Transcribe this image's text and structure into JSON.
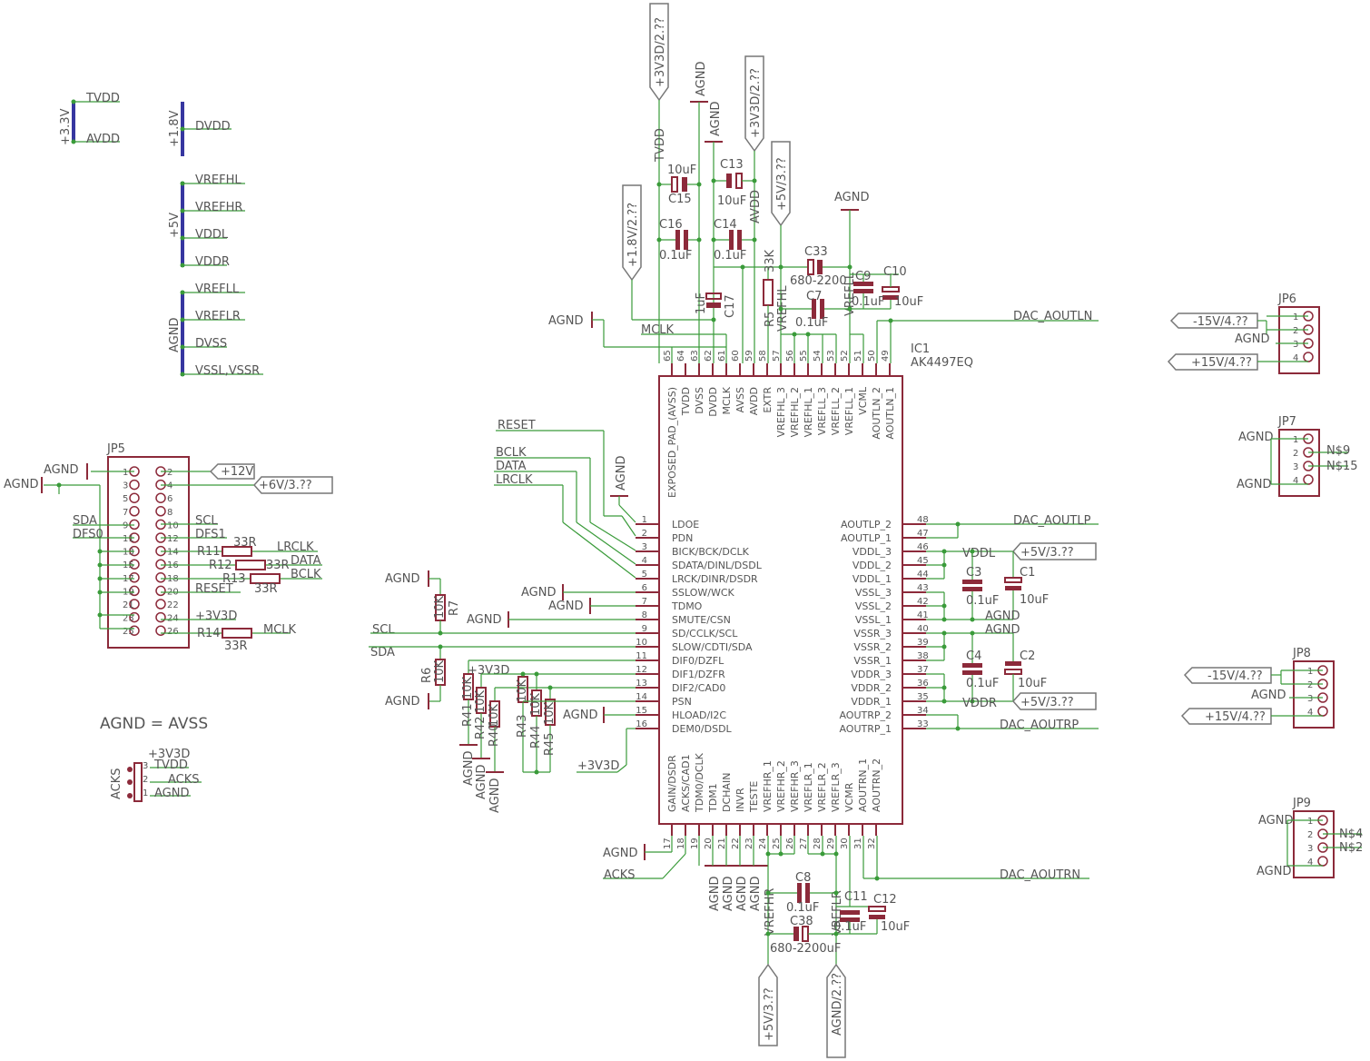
{
  "ic": {
    "ref": "IC1",
    "part": "AK4497EQ",
    "pins_left": [
      {
        "num": "1",
        "name": "LDOE"
      },
      {
        "num": "2",
        "name": "PDN"
      },
      {
        "num": "3",
        "name": "BICK/BCK/DCLK"
      },
      {
        "num": "4",
        "name": "SDATA/DINL/DSDL"
      },
      {
        "num": "5",
        "name": "LRCK/DINR/DSDR"
      },
      {
        "num": "6",
        "name": "SSLOW/WCK"
      },
      {
        "num": "7",
        "name": "TDMO"
      },
      {
        "num": "8",
        "name": "SMUTE/CSN"
      },
      {
        "num": "9",
        "name": "SD/CCLK/SCL"
      },
      {
        "num": "10",
        "name": "SLOW/CDTI/SDA"
      },
      {
        "num": "11",
        "name": "DIF0/DZFL"
      },
      {
        "num": "12",
        "name": "DIF1/DZFR"
      },
      {
        "num": "13",
        "name": "DIF2/CAD0"
      },
      {
        "num": "14",
        "name": "PSN"
      },
      {
        "num": "15",
        "name": "HLOAD/I2C"
      },
      {
        "num": "16",
        "name": "DEM0/DSDL"
      }
    ],
    "pins_right": [
      {
        "num": "48",
        "name": "AOUTLP_2"
      },
      {
        "num": "47",
        "name": "AOUTLP_1"
      },
      {
        "num": "46",
        "name": "VDDL_3"
      },
      {
        "num": "45",
        "name": "VDDL_2"
      },
      {
        "num": "44",
        "name": "VDDL_1"
      },
      {
        "num": "43",
        "name": "VSSL_3"
      },
      {
        "num": "42",
        "name": "VSSL_2"
      },
      {
        "num": "41",
        "name": "VSSL_1"
      },
      {
        "num": "40",
        "name": "VSSR_3"
      },
      {
        "num": "39",
        "name": "VSSR_2"
      },
      {
        "num": "38",
        "name": "VSSR_1"
      },
      {
        "num": "37",
        "name": "VDDR_3"
      },
      {
        "num": "36",
        "name": "VDDR_2"
      },
      {
        "num": "35",
        "name": "VDDR_1"
      },
      {
        "num": "34",
        "name": "AOUTRP_2"
      },
      {
        "num": "33",
        "name": "AOUTRP_1"
      }
    ],
    "pins_top": [
      {
        "num": "65",
        "name": "EXPOSED_PAD_(AVSS)"
      },
      {
        "num": "64",
        "name": "TVDD"
      },
      {
        "num": "63",
        "name": "DVSS"
      },
      {
        "num": "62",
        "name": "DVDD"
      },
      {
        "num": "61",
        "name": "MCLK"
      },
      {
        "num": "60",
        "name": "AVSS"
      },
      {
        "num": "59",
        "name": "AVDD"
      },
      {
        "num": "58",
        "name": "EXTR"
      },
      {
        "num": "57",
        "name": "VREFHL_3"
      },
      {
        "num": "56",
        "name": "VREFHL_2"
      },
      {
        "num": "55",
        "name": "VREFHL_1"
      },
      {
        "num": "54",
        "name": "VREFLL_3"
      },
      {
        "num": "53",
        "name": "VREFLL_2"
      },
      {
        "num": "52",
        "name": "VREFLL_1"
      },
      {
        "num": "51",
        "name": "VCML"
      },
      {
        "num": "50",
        "name": "AOUTLN_2"
      },
      {
        "num": "49",
        "name": "AOUTLN_1"
      }
    ],
    "pins_bottom": [
      {
        "num": "17",
        "name": "GAIN/DSDR"
      },
      {
        "num": "18",
        "name": "ACKS/CAD1"
      },
      {
        "num": "19",
        "name": "TDM0/DCLK"
      },
      {
        "num": "20",
        "name": "TDM1"
      },
      {
        "num": "21",
        "name": "DCHAIN"
      },
      {
        "num": "22",
        "name": "INVR"
      },
      {
        "num": "23",
        "name": "TESTE"
      },
      {
        "num": "24",
        "name": "VREFHR_1"
      },
      {
        "num": "25",
        "name": "VREFHR_2"
      },
      {
        "num": "26",
        "name": "VREFHR_3"
      },
      {
        "num": "27",
        "name": "VREFLR_1"
      },
      {
        "num": "28",
        "name": "VREFLR_2"
      },
      {
        "num": "29",
        "name": "VREFLR_3"
      },
      {
        "num": "30",
        "name": "VCMR"
      },
      {
        "num": "31",
        "name": "AOUTRN_1"
      },
      {
        "num": "32",
        "name": "AOUTRN_2"
      }
    ]
  },
  "bus_labels": {
    "v33": "+3.3V",
    "v18": "+1.8V",
    "v5": "+5V",
    "agnd": "AGND",
    "tvdd": "TVDD",
    "avdd": "AVDD",
    "dvdd": "DVDD",
    "vrefhl": "VREFHL",
    "vrefhr": "VREFHR",
    "vddl": "VDDL",
    "vddr": "VDDR",
    "vrefll": "VREFLL",
    "vreflr": "VREFLR",
    "dvss": "DVSS",
    "vssl_vssr": "VSSL,VSSR"
  },
  "supplies": {
    "p3v3d": "+3V3D/2.??",
    "p1v8d": "+1.8V/2.??",
    "p5v": "+5V/3.??",
    "agnd2": "AGND/2.??",
    "p12v": "+12V",
    "p6v": "+6V/3.??",
    "m15v": "-15V/4.??",
    "p15v": "+15V/4.??"
  },
  "nets": {
    "agnd": "AGND",
    "tvdd": "TVDD",
    "avdd": "AVDD",
    "vrefhl": "VREFHL",
    "vrefll": "VREFLL",
    "vrefhr": "VREFHR",
    "vreflr": "VREFLR",
    "mclk": "MCLK",
    "reset": "RESET",
    "bclk": "BCLK",
    "data": "DATA",
    "lrclk": "LRCLK",
    "scl": "SCL",
    "sda": "SDA",
    "dfs0": "DFS0",
    "dfs1": "DFS1",
    "p3v3d": "+3V3D",
    "acks": "ACKS",
    "vddl": "VDDL",
    "vddr": "VDDR",
    "dac_aoutln": "DAC_AOUTLN",
    "dac_aoutlp": "DAC_AOUTLP",
    "dac_aoutrp": "DAC_AOUTRP",
    "dac_aoutrn": "DAC_AOUTRN",
    "n9": "N$9",
    "n15": "N$15",
    "n4": "N$4",
    "n2": "N$2"
  },
  "components": {
    "c15": {
      "ref": "C15",
      "value": "10uF"
    },
    "c13": {
      "ref": "C13",
      "value": "10uF"
    },
    "c16": {
      "ref": "C16",
      "value": "0.1uF"
    },
    "c14": {
      "ref": "C14",
      "value": "0.1uF"
    },
    "c17": {
      "ref": "C17",
      "value": "1uF"
    },
    "c33": {
      "ref": "C33",
      "value": "680-2200"
    },
    "c7": {
      "ref": "C7",
      "value": "0.1uF"
    },
    "c9": {
      "ref": "C9",
      "value": "0.1uF"
    },
    "c10": {
      "ref": "C10",
      "value": "10uF"
    },
    "r5": {
      "ref": "R5",
      "value": "33K"
    },
    "c3": {
      "ref": "C3",
      "value": "0.1uF"
    },
    "c1": {
      "ref": "C1",
      "value": "10uF"
    },
    "c4": {
      "ref": "C4",
      "value": "0.1uF"
    },
    "c2": {
      "ref": "C2",
      "value": "10uF"
    },
    "c8": {
      "ref": "C8",
      "value": "0.1uF"
    },
    "c11": {
      "ref": "C11",
      "value": "0.1uF"
    },
    "c12": {
      "ref": "C12",
      "value": "10uF"
    },
    "c38": {
      "ref": "C38",
      "value": "680-2200uF"
    },
    "r7": {
      "ref": "R7",
      "value": "10K"
    },
    "r6": {
      "ref": "R6",
      "value": "10K"
    },
    "r41": {
      "ref": "R41",
      "value": "10K"
    },
    "r42": {
      "ref": "R42",
      "value": "10K"
    },
    "r40": {
      "ref": "R40",
      "value": "10K"
    },
    "r43": {
      "ref": "R43",
      "value": "10K"
    },
    "r44": {
      "ref": "R44",
      "value": "10K"
    },
    "r45": {
      "ref": "R45",
      "value": "10K"
    },
    "r11": {
      "ref": "R11",
      "value": "33R"
    },
    "r12": {
      "ref": "R12",
      "value": "33R"
    },
    "r13": {
      "ref": "R13",
      "value": "33R"
    },
    "r14": {
      "ref": "R14",
      "value": "33R"
    }
  },
  "connectors": {
    "jp5": {
      "ref": "JP5",
      "pins": [
        "1",
        "2",
        "3",
        "4",
        "5",
        "6",
        "7",
        "8",
        "9",
        "10",
        "11",
        "12",
        "13",
        "14",
        "15",
        "16",
        "17",
        "18",
        "19",
        "20",
        "21",
        "22",
        "23",
        "24",
        "25",
        "26"
      ]
    },
    "jp6": {
      "ref": "JP6",
      "pins": [
        "1",
        "2",
        "3",
        "4"
      ]
    },
    "jp7": {
      "ref": "JP7",
      "pins": [
        "1",
        "2",
        "3",
        "4"
      ]
    },
    "jp8": {
      "ref": "JP8",
      "pins": [
        "1",
        "2",
        "3",
        "4"
      ]
    },
    "jp9": {
      "ref": "JP9",
      "pins": [
        "1",
        "2",
        "3",
        "4"
      ]
    },
    "acks_jumper": {
      "ref": "ACKS",
      "pins": [
        "3",
        "2",
        "1"
      ]
    }
  },
  "notes": {
    "agnd_avss": "AGND = AVSS"
  }
}
